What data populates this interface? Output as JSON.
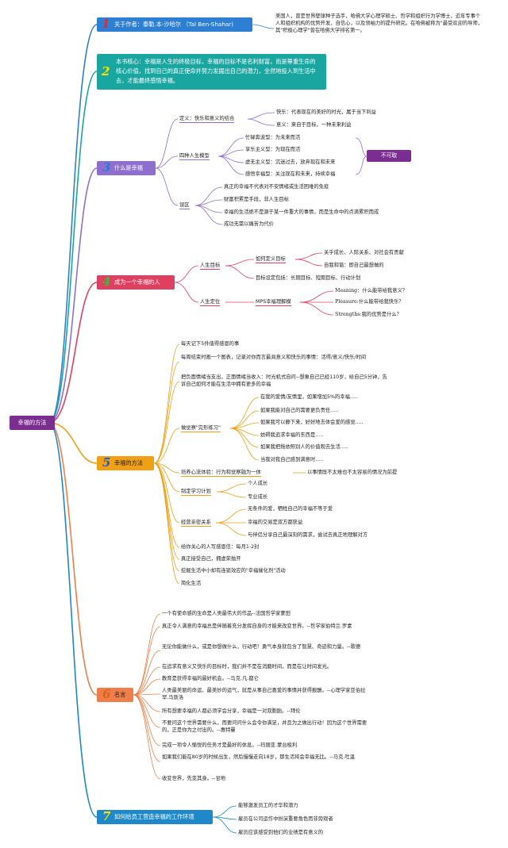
{
  "root": "幸福的方法",
  "colors": {
    "root": "#7b2d90",
    "b1": "#2d7fd3",
    "b2": "#1aa6a0",
    "b3": "#8e6fcf",
    "b4": "#e0405f",
    "b5": "#f0a014",
    "b6": "#ef7e4a",
    "b7": "#1e88c9",
    "tag": "#7b2d90"
  },
  "b1": {
    "num": "1",
    "label": "关于作者：泰勒.本-沙哈尔 （Tal Ben-Shahar)",
    "desc": "美国人，曾是世界壁球种子选手，哈佛大学心理学硕士、哲学和组织行为学博士，近年专事个人和组织机构的优势开发、自信心，以及领袖力的提升研究。在哈佛被称为\"最受欢迎的导师，其\"积极心理学\"曾在哈佛大学排名第一。"
  },
  "b2": {
    "num": "2",
    "label": "本书核心：幸福是人生的终极目标，幸福的目标不是名利财富，而是尊重生命的核心价值，找到自己的真正使命并努力发掘出自己的潜力，全然地投入到生活中去，才能最终感悟幸福。"
  },
  "b3": {
    "num": "3",
    "label": "什么是幸福",
    "def": "定义：快乐和意义的结合",
    "def_items": [
      "快乐：代表现在的美好的时光，属于当下利益",
      "意义：来自于目标，一种未来利益"
    ],
    "models": "四种人生模型",
    "model_items": [
      "忙碌奔波型：为未来而活",
      "享乐主义型：为现在而活",
      "虚无主义型：沉迷过去，放弃现在和未来",
      "感悟幸福型：关注现在和未来，持续幸福"
    ],
    "tag": "不可取",
    "myth": "误区",
    "myth_items": [
      "真正的幸福不代表对不安情绪或生活困难的免疫",
      "财富积累是手段，非人生目标",
      "幸福的生活绝不是源于某一件重大的事情，而是生命中的点滴累积而成",
      "成功无需以痛苦为代价"
    ]
  },
  "b4": {
    "num": "4",
    "label": "成为一个幸福的人",
    "goal": "人生目标",
    "howdef": "如何定义目标",
    "howdef_items": [
      "关乎成长、人际关系、对社会有贡献",
      "自我和谐：即自己最想做的"
    ],
    "settings": "目标设定包括：长期目标、短期目标、行动计划",
    "pos": "人生定位",
    "mps": "MPS幸福理解模",
    "mps_items": [
      "Meaning：什么能带给我意义？",
      "Pleasure:什么能带给我快乐？",
      "Strengths:我的优势是什么？"
    ]
  },
  "b5": {
    "num": "5",
    "label": "幸福的方法",
    "items": {
      "a": "每天记下5件值得感恩的事",
      "b": "每周结束时画一个图表，记录对你而言最具意义和快乐的事情：活得/意义/快乐/时间",
      "c": "把负面情绪当支出，正面情绪当收入：时光机式自问--想象自己已经110岁，给自己5分钟，告诉自己如何才能在生活中拥有更多的幸福",
      "d": "做觉察\"完形练习\"",
      "e": "培养心流体验：行为和觉察融为一体",
      "f": "制定学习计划",
      "g": "经营亲密关系",
      "h": "给你关心的人写感恩信：每月1-2封",
      "i": "真正接受自己，拥虚荣抛开",
      "j": "挖掘生活中小却有连锁效应的\"幸福催化剂\"活动",
      "k": "简化生活"
    },
    "d_items": [
      "在我的爱情/友情里，如果增加5%的幸福.....",
      "如果我能对自己的需要更负责任.....",
      "如果我可以静下来，好好地去体会爱的感觉.....",
      "妨碍我追求幸福的东西是.....",
      "如果我把拖依照别人的价值观去生活.....",
      "当我对我自己感到满意时....."
    ],
    "e_note": "以事情既不太难也不太容易的情况为前提",
    "f_items": [
      "个人成长",
      "专业成长"
    ],
    "g_items": [
      "无条件的爱，牺牲自己的幸福不等于爱",
      "幸福的交易是双方都获益",
      "与伴侣分享自己最深刻的需求，尝试去真正地理解对方"
    ]
  },
  "b6": {
    "num": "6",
    "label": "名言",
    "quotes": [
      "一个有使命感的生命是人类最伟大的作品--法国哲学家蒙田",
      "真正令人满意的幸福总是伴随着充分发挥自身的才能来改变世界。--哲学家伯特兰.罗素",
      "无论你能做什么，或是你想做什么，行动吧！勇气本身就包含了智慧、奇迹和力量。--歌德",
      "在追求有意义又快乐的目标时，我们并不是在消磨时间，而是在让时间发光。",
      "教育是获得幸福的最好机会。--马克.凡.都仑",
      "人类最美丽的命运、最美妙的运气，就是从事自己喜爱的事情并获得报酬。--心理学家亚伯拉罕.马斯洛",
      "所有想要幸福的人都必须学会分享，幸福是一对双胞胎。--拜伦",
      "不要问这个世界需要什么，而要问问什么会令你满足，并且为之做出行动！因为这个世界需要的，正是你为之付出的。--惠特曼",
      "完成一项令人愉悦的任务才是最好的休息。--玛丽亚.蒙台梭利",
      "如果我们能在80岁的时候出生，然后慢慢走向18岁，那生活将会幸福无比。--马克.吐温",
      "收变世界，先变其身。--甘地"
    ]
  },
  "b7": {
    "num": "7",
    "label": "如何给员工营造幸福的工作环境",
    "items": [
      "能够激发员工的才华和潜力",
      "雇员在公司运作中扮演重要角色而非旁观者",
      "雇员应该感受到他们的业绩是有意义的"
    ]
  }
}
